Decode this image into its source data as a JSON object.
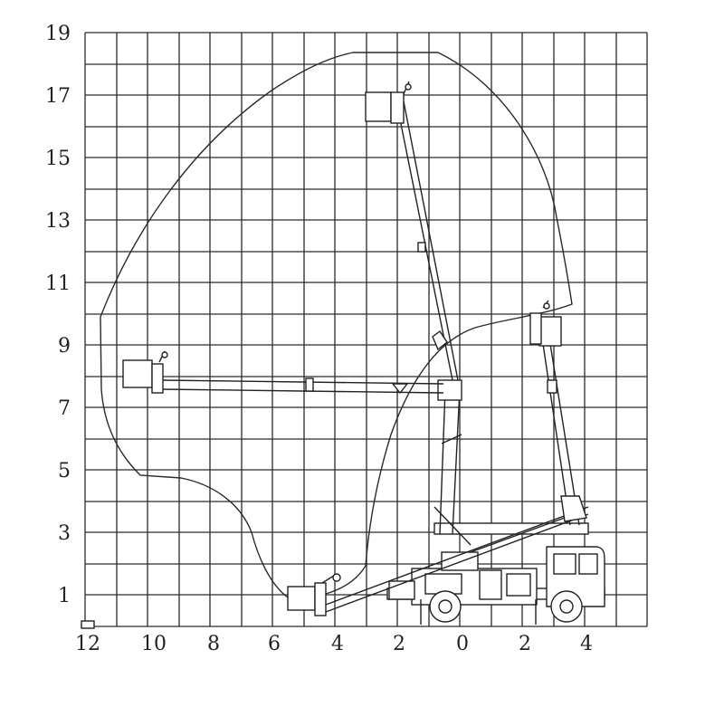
{
  "diagram": {
    "type": "working-range-chart",
    "y_axis": {
      "tick_labels": [
        "19",
        "17",
        "15",
        "13",
        "11",
        "9",
        "7",
        "5",
        "3",
        "1"
      ]
    },
    "x_axis": {
      "tick_labels": [
        "12",
        "10",
        "8",
        "6",
        "4",
        "2",
        "0",
        "2",
        "4"
      ]
    },
    "grid": true,
    "envelope": "reach-envelope-outline",
    "platforms": [
      "platform-top",
      "platform-extended-left",
      "platform-ground-left",
      "platform-right-raised"
    ],
    "vehicle": "truck-with-telescopic-boom"
  }
}
